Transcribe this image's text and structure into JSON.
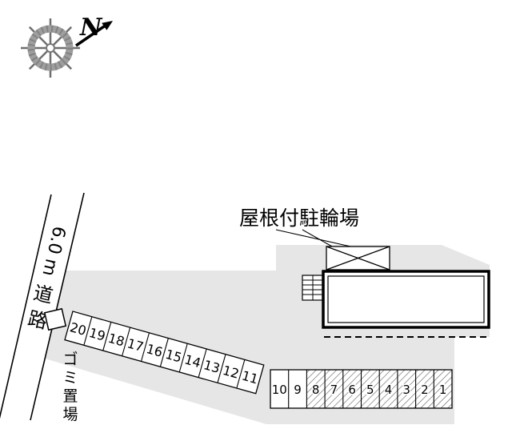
{
  "compass": {
    "north_label": "N"
  },
  "road": {
    "width_value": "6.0",
    "unit": "m",
    "name": "道路",
    "name_chars": [
      "道",
      "路"
    ]
  },
  "garbage_area": {
    "label": "ゴミ置場",
    "label_chars": [
      "ゴ",
      "ミ",
      "置",
      "場"
    ]
  },
  "covered_bicycle_parking": {
    "label": "屋根付駐輪場"
  },
  "parking_stalls": {
    "diagonal_row_numbers": [
      "20",
      "19",
      "18",
      "17",
      "16",
      "15",
      "14",
      "13",
      "12",
      "11"
    ],
    "bottom_row_numbers": [
      "10",
      "9",
      "8",
      "7",
      "6",
      "5",
      "4",
      "3",
      "2",
      "1"
    ],
    "bottom_row_hatched_numbers": [
      "8",
      "7",
      "6",
      "5",
      "4",
      "3",
      "2",
      "1"
    ]
  },
  "colors": {
    "site_area_fill": "#e6e6e6",
    "outline": "#000000",
    "hatch_line": "#666666",
    "compass_gray": "#9a9a9a"
  }
}
